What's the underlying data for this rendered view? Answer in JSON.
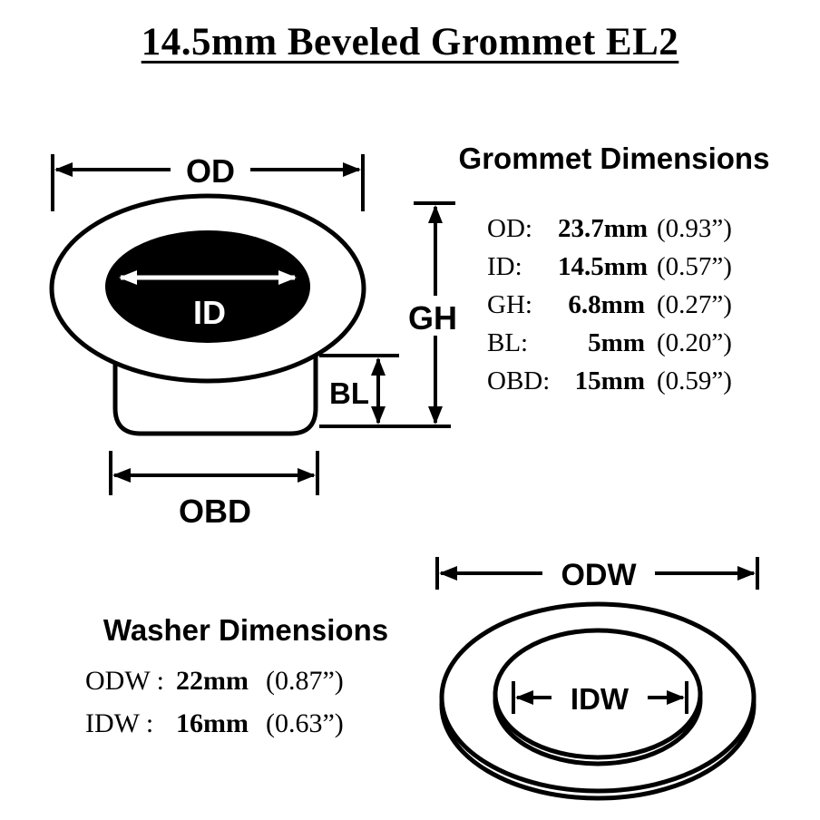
{
  "title": "14.5mm Beveled Grommet EL2",
  "grommet": {
    "heading": "Grommet Dimensions",
    "diagram_labels": {
      "od": "OD",
      "id": "ID",
      "gh": "GH",
      "bl": "BL",
      "obd": "OBD"
    },
    "rows": [
      {
        "label": "OD:",
        "value": "23.7mm",
        "inches": "(0.93”)"
      },
      {
        "label": "ID:",
        "value": "14.5mm",
        "inches": "(0.57”)"
      },
      {
        "label": "GH:",
        "value": "6.8mm",
        "inches": "(0.27”)"
      },
      {
        "label": "BL:",
        "value": "5mm",
        "inches": "(0.20”)"
      },
      {
        "label": "OBD:",
        "value": "15mm",
        "inches": "(0.59”)"
      }
    ]
  },
  "washer": {
    "heading": "Washer Dimensions",
    "diagram_labels": {
      "odw": "ODW",
      "idw": "IDW"
    },
    "rows": [
      {
        "label": "ODW :",
        "value": "22mm",
        "inches": "(0.87”)"
      },
      {
        "label": "IDW :",
        "value": "16mm",
        "inches": "(0.63”)"
      }
    ]
  },
  "colors": {
    "ink": "#000000",
    "background": "#ffffff"
  }
}
